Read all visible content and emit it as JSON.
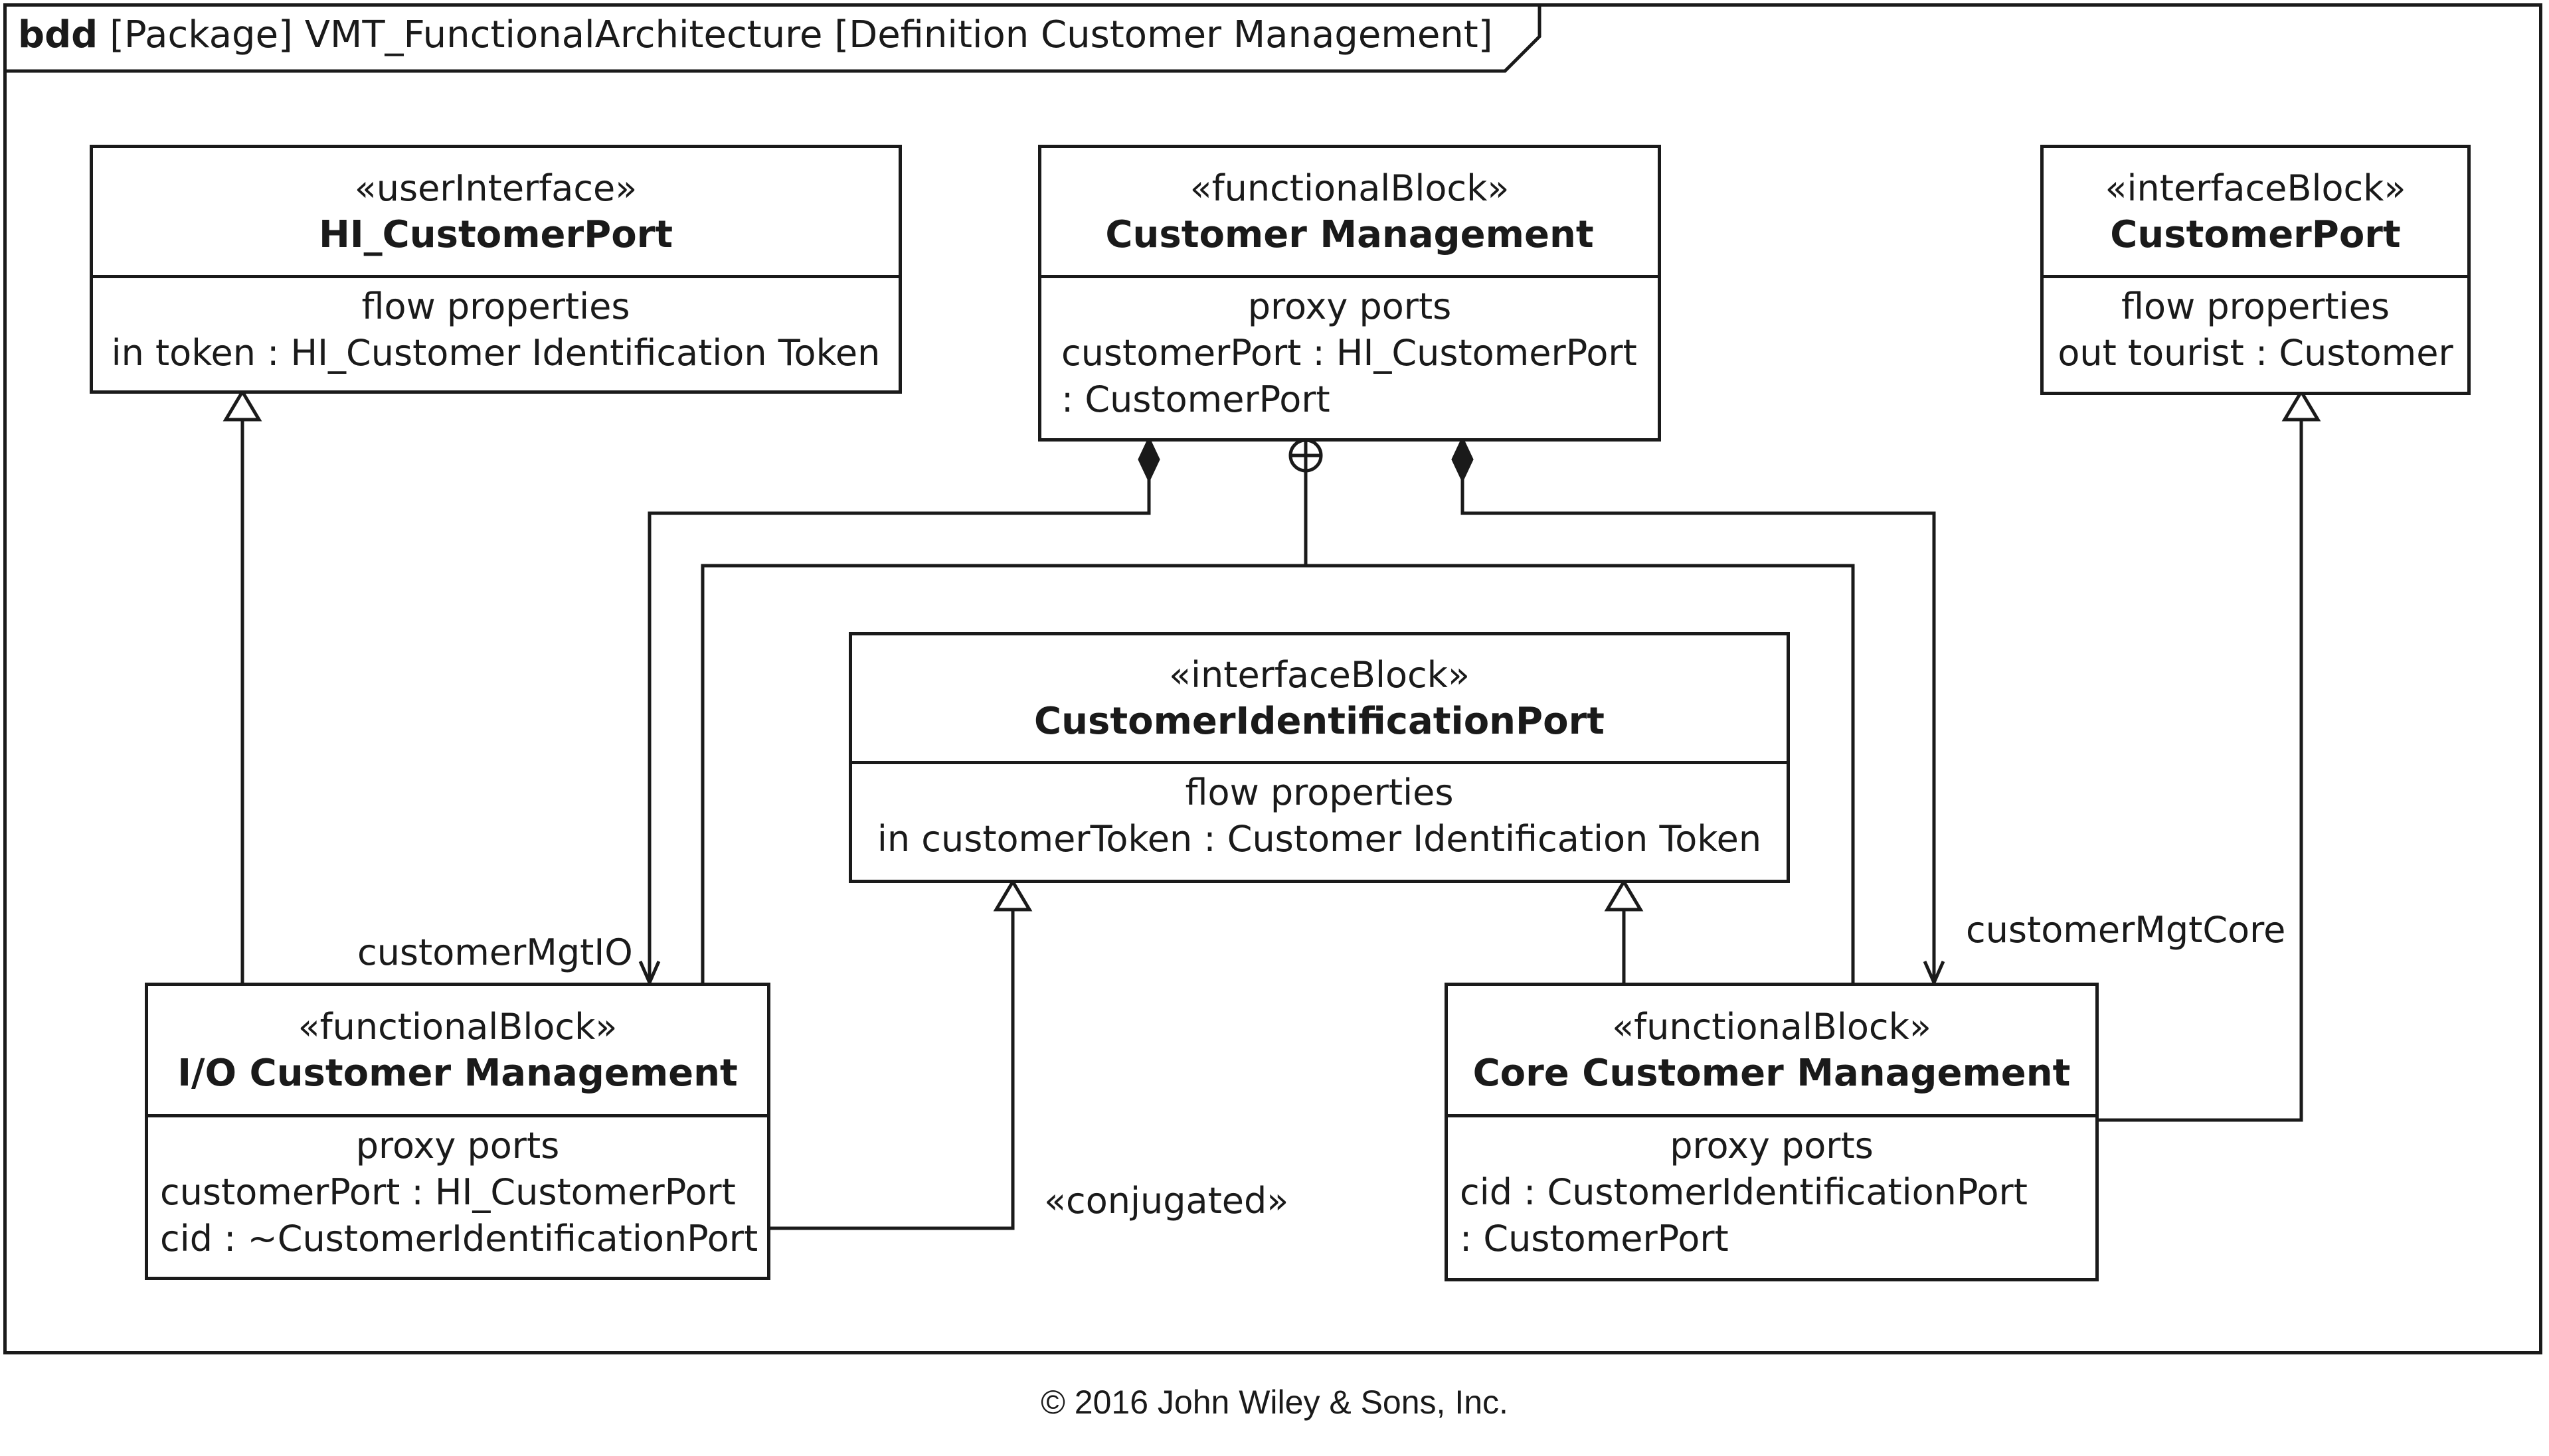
{
  "frame": {
    "kind": "bdd",
    "title": "[Package] VMT_FunctionalArchitecture [Definition Customer Management]"
  },
  "blocks": {
    "hi_customer_port": {
      "stereotype": "«userInterface»",
      "name": "HI_CustomerPort",
      "compartment_title": "flow properties",
      "rows": [
        "in token : HI_Customer Identification Token"
      ]
    },
    "customer_management": {
      "stereotype": "«functionalBlock»",
      "name": "Customer Management",
      "compartment_title": "proxy ports",
      "rows": [
        "customerPort : HI_CustomerPort",
        ": CustomerPort"
      ]
    },
    "customer_port": {
      "stereotype": "«interfaceBlock»",
      "name": "CustomerPort",
      "compartment_title": "flow properties",
      "rows": [
        "out tourist : Customer"
      ]
    },
    "customer_identification_port": {
      "stereotype": "«interfaceBlock»",
      "name": "CustomerIdentificationPort",
      "compartment_title": "flow properties",
      "rows": [
        "in customerToken : Customer Identification Token"
      ]
    },
    "io_customer_management": {
      "stereotype": "«functionalBlock»",
      "name": "I/O Customer Management",
      "compartment_title": "proxy ports",
      "rows": [
        "customerPort : HI_CustomerPort",
        "cid : ~CustomerIdentificationPort"
      ]
    },
    "core_customer_management": {
      "stereotype": "«functionalBlock»",
      "name": "Core Customer Management",
      "compartment_title": "proxy ports",
      "rows": [
        "cid : CustomerIdentificationPort",
        ": CustomerPort"
      ]
    }
  },
  "connector_labels": {
    "role_io": "customerMgtIO",
    "role_core": "customerMgtCore",
    "conjugated": "«conjugated»"
  },
  "footer": {
    "copyright": "© 2016 John Wiley & Sons, Inc."
  },
  "colors": {
    "line": "#1a1a1a",
    "background": "#ffffff"
  }
}
